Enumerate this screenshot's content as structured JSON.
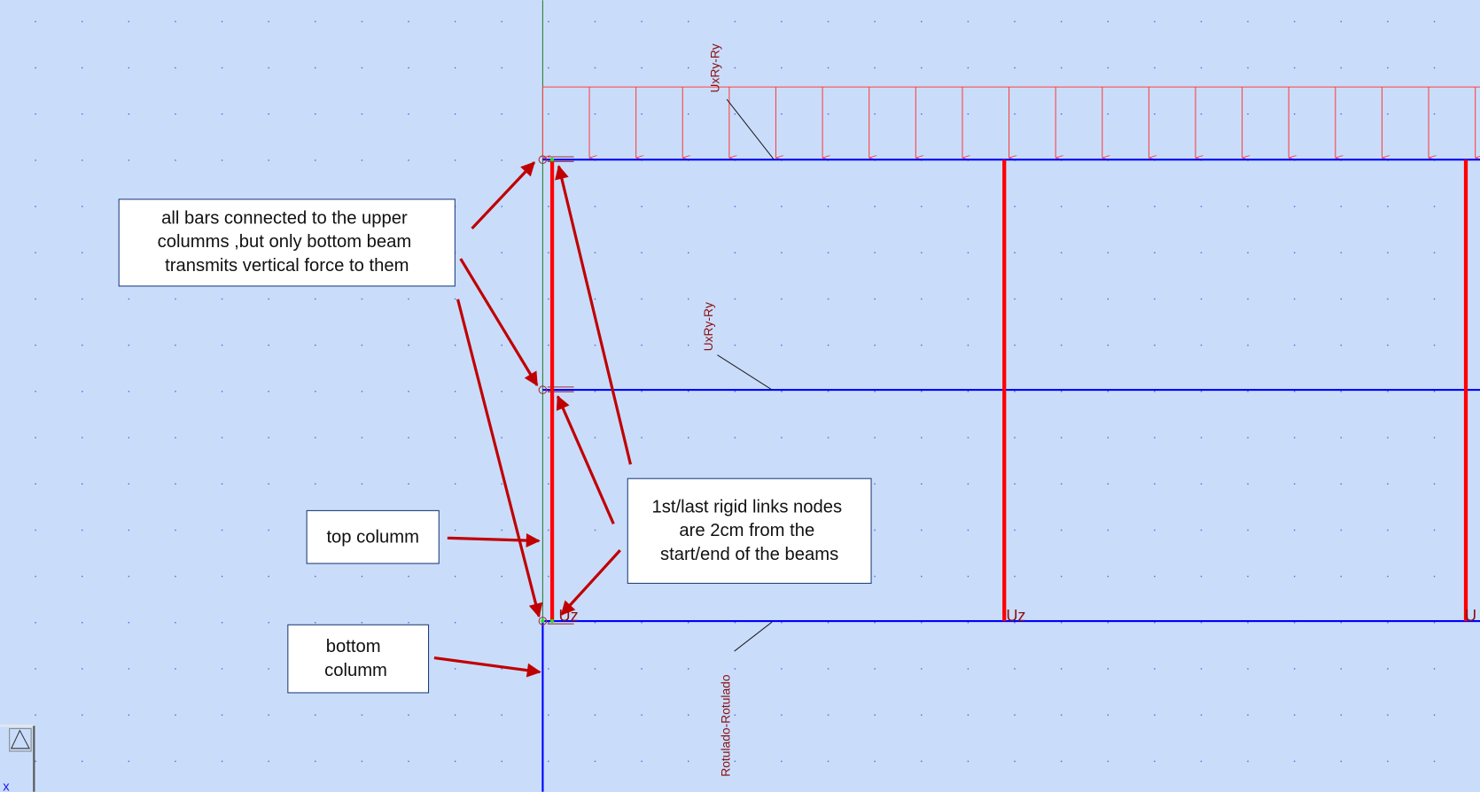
{
  "colors": {
    "background": "#c9ddfb",
    "beam": "#0000ff",
    "column": "#ff0000",
    "load": "#ff4040",
    "axis": "#2e7d32",
    "annotation_arrow": "#c00000",
    "label": "#8b1010"
  },
  "labels": {
    "release_top": "UxRy-Ry",
    "release_mid": "UxRy-Ry",
    "release_bottom": "Rotulado-Rotulado",
    "support_1": "Uz",
    "support_2": "Uz",
    "support_3": "U",
    "axis_x": "x"
  },
  "notes": {
    "upper": [
      "all bars connected to the upper",
      "columms ,but only bottom beam",
      "transmits vertical force to them"
    ],
    "top_column": "top columm",
    "bottom_column": [
      "bottom",
      "columm"
    ],
    "rigid_links": [
      "1st/last rigid links nodes",
      "are 2cm from the",
      "start/end of the beams"
    ]
  },
  "icons": {
    "view_widget": "triangle-icon"
  }
}
